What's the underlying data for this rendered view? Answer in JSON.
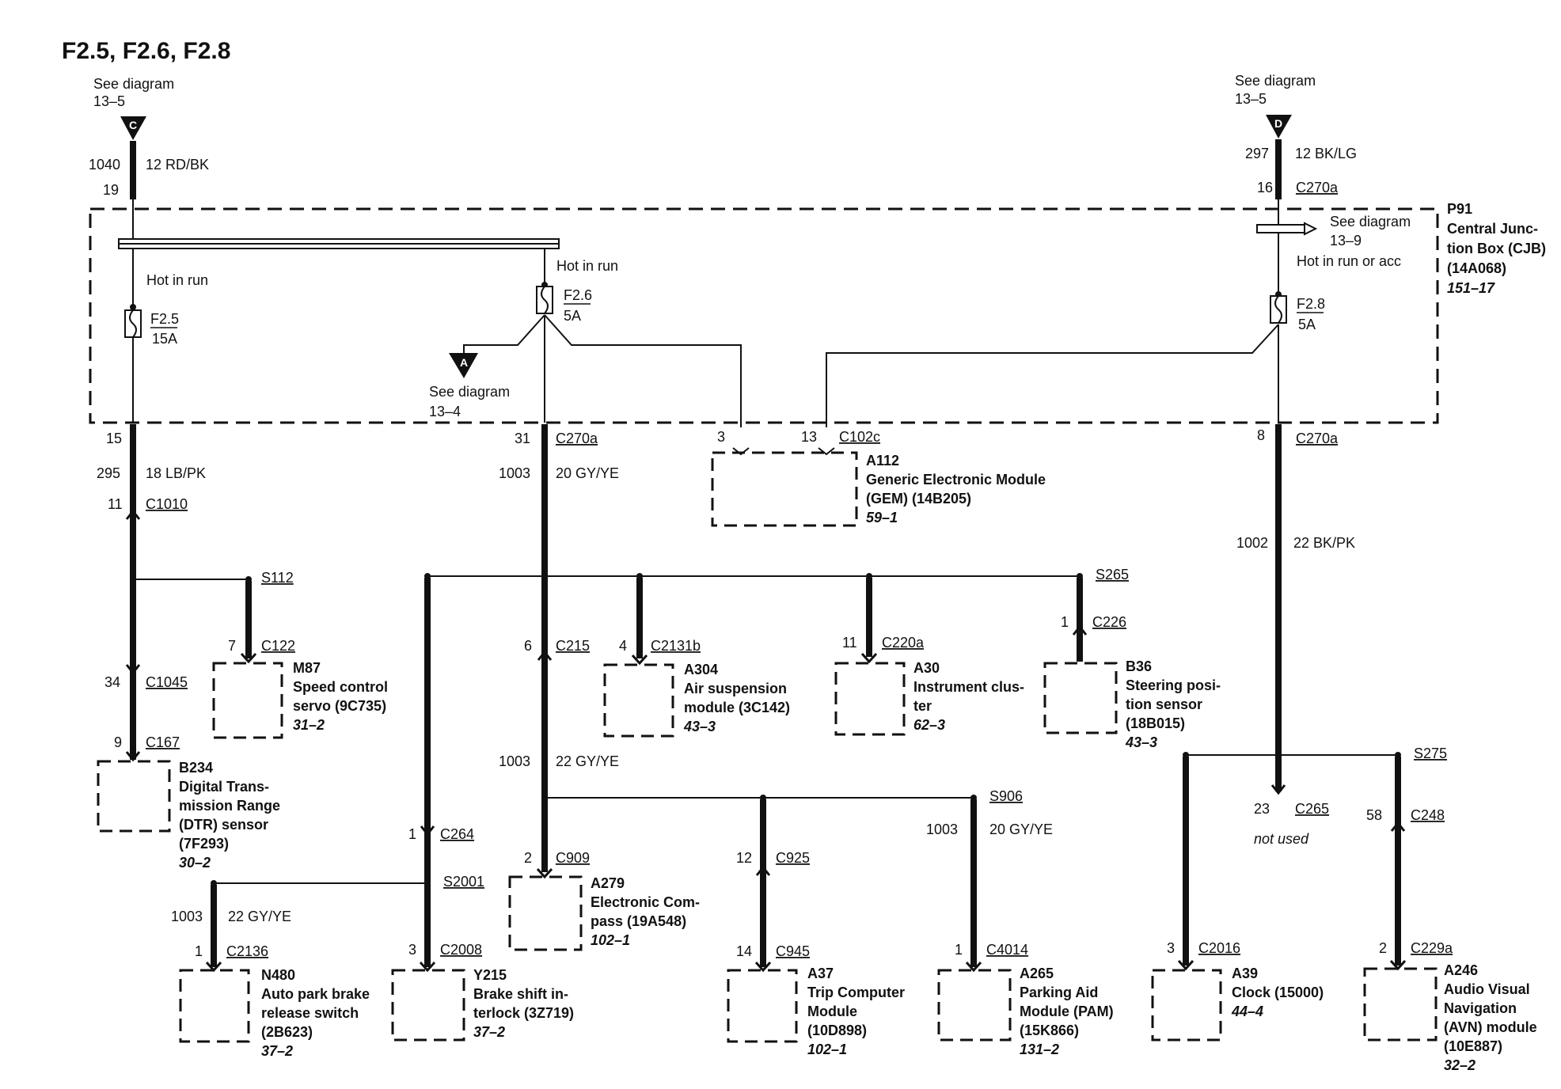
{
  "title": "F2.5, F2.6, F2.8",
  "refs": {
    "c": {
      "letter": "C",
      "text1": "See diagram",
      "text2": "13–5"
    },
    "d": {
      "letter": "D",
      "text1": "See diagram",
      "text2": "13–5"
    },
    "a": {
      "letter": "A",
      "text1": "See diagram",
      "text2": "13–4"
    },
    "cjb_arrow": {
      "text1": "See diagram",
      "text2": "13–9"
    }
  },
  "cjb": {
    "id": "P91",
    "line1": "Central Junc-",
    "line2": "tion Box (CJB)",
    "line3": "(14A068)",
    "page": "151–17"
  },
  "fuses": {
    "f25": {
      "name": "F2.5",
      "rating": "15A",
      "feed": "Hot in run"
    },
    "f26": {
      "name": "F2.6",
      "rating": "5A",
      "feed": "Hot in run"
    },
    "f28": {
      "name": "F2.8",
      "rating": "5A",
      "feed": "Hot in run or acc"
    }
  },
  "wires": {
    "w1040": {
      "circuit": "1040",
      "color": "12 RD/BK"
    },
    "w297": {
      "circuit": "297",
      "color": "12 BK/LG"
    },
    "w295": {
      "circuit": "295",
      "color": "18 LB/PK"
    },
    "w1003a": {
      "circuit": "1003",
      "color": "20 GY/YE"
    },
    "w1003b": {
      "circuit": "1003",
      "color": "22 GY/YE"
    },
    "w1003c": {
      "circuit": "1003",
      "color": "20 GY/YE"
    },
    "w1003d": {
      "circuit": "1003",
      "color": "22 GY/YE"
    },
    "w1002": {
      "circuit": "1002",
      "color": "22 BK/PK"
    }
  },
  "connectors": {
    "c19": {
      "pin": "19"
    },
    "c16": {
      "pin": "16",
      "name": "C270a"
    },
    "c15": {
      "pin": "15"
    },
    "c31": {
      "pin": "31",
      "name": "C270a"
    },
    "c8": {
      "pin": "8",
      "name": "C270a"
    },
    "c102c": {
      "pin3": "3",
      "pin13": "13",
      "name": "C102c"
    },
    "c1010": {
      "pin": "11",
      "name": "C1010"
    },
    "c122": {
      "pin": "7",
      "name": "C122"
    },
    "c1045": {
      "pin": "34",
      "name": "C1045"
    },
    "c167": {
      "pin": "9",
      "name": "C167"
    },
    "c215": {
      "pin": "6",
      "name": "C215"
    },
    "c2131b": {
      "pin": "4",
      "name": "C2131b"
    },
    "c220a": {
      "pin": "11",
      "name": "C220a"
    },
    "c226": {
      "pin": "1",
      "name": "C226"
    },
    "c264": {
      "pin": "1",
      "name": "C264"
    },
    "c909": {
      "pin": "2",
      "name": "C909"
    },
    "c925": {
      "pin": "12",
      "name": "C925"
    },
    "c945": {
      "pin": "14",
      "name": "C945"
    },
    "c4014": {
      "pin": "1",
      "name": "C4014"
    },
    "c2136": {
      "pin": "1",
      "name": "C2136"
    },
    "c2008": {
      "pin": "3",
      "name": "C2008"
    },
    "c265": {
      "pin": "23",
      "name": "C265",
      "note": "not used"
    },
    "c248": {
      "pin": "58",
      "name": "C248"
    },
    "c2016": {
      "pin": "3",
      "name": "C2016"
    },
    "c229a": {
      "pin": "2",
      "name": "C229a"
    }
  },
  "splices": {
    "s112": "S112",
    "s265": "S265",
    "s906": "S906",
    "s2001": "S2001",
    "s275": "S275"
  },
  "components": {
    "a112": {
      "id": "A112",
      "lines": [
        "Generic Electronic Module",
        "(GEM) (14B205)"
      ],
      "page": "59–1"
    },
    "m87": {
      "id": "M87",
      "lines": [
        "Speed control",
        "servo (9C735)"
      ],
      "page": "31–2"
    },
    "b234": {
      "id": "B234",
      "lines": [
        "Digital Trans-",
        "mission Range",
        "(DTR) sensor",
        "(7F293)"
      ],
      "page": "30–2"
    },
    "a304": {
      "id": "A304",
      "lines": [
        "Air suspension",
        "module (3C142)"
      ],
      "page": "43–3"
    },
    "a30": {
      "id": "A30",
      "lines": [
        "Instrument clus-",
        "ter"
      ],
      "page": "62–3"
    },
    "b36": {
      "id": "B36",
      "lines": [
        "Steering posi-",
        "tion sensor",
        "(18B015)"
      ],
      "page": "43–3"
    },
    "a279": {
      "id": "A279",
      "lines": [
        "Electronic Com-",
        "pass (19A548)"
      ],
      "page": "102–1"
    },
    "n480": {
      "id": "N480",
      "lines": [
        "Auto park brake",
        "release switch",
        "(2B623)"
      ],
      "page": "37–2"
    },
    "y215": {
      "id": "Y215",
      "lines": [
        "Brake shift in-",
        "terlock (3Z719)"
      ],
      "page": "37–2"
    },
    "a37": {
      "id": "A37",
      "lines": [
        "Trip Computer",
        "Module",
        "(10D898)"
      ],
      "page": "102–1"
    },
    "a265": {
      "id": "A265",
      "lines": [
        "Parking Aid",
        "Module (PAM)",
        "(15K866)"
      ],
      "page": "131–2"
    },
    "a39": {
      "id": "A39",
      "lines": [
        "Clock (15000)"
      ],
      "page": "44–4"
    },
    "a246": {
      "id": "A246",
      "lines": [
        "Audio Visual",
        "Navigation",
        "(AVN) module",
        "(10E887)"
      ],
      "page": "32–2"
    }
  }
}
